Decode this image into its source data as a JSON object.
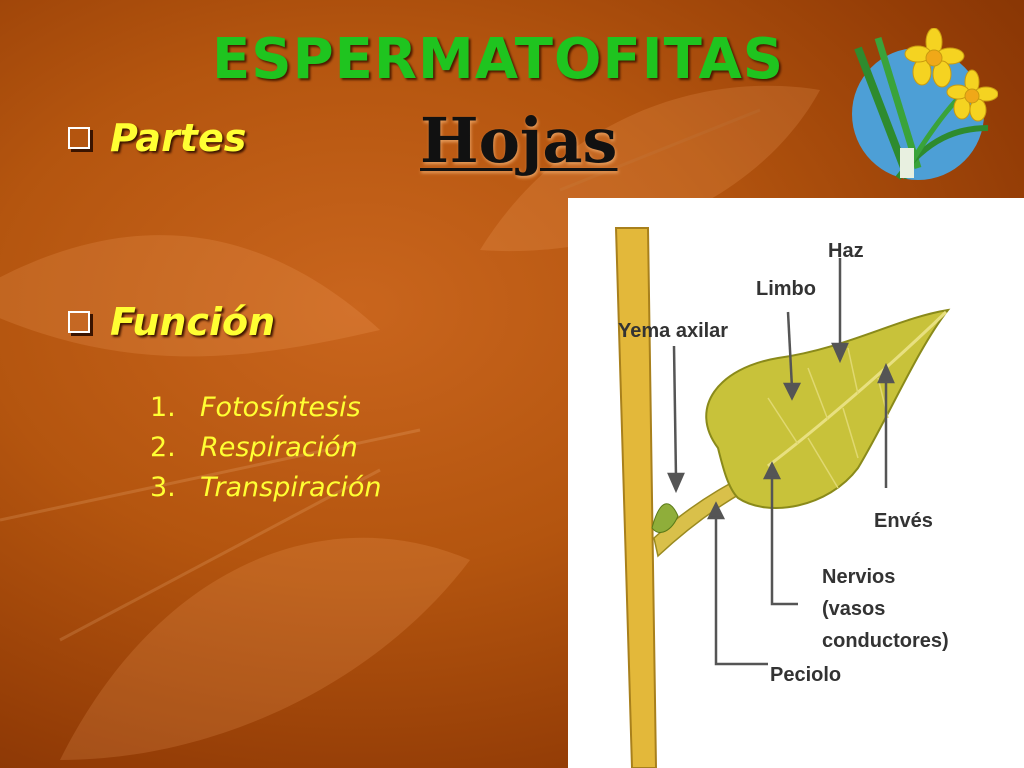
{
  "slide": {
    "title": "ESPERMATOFITAS",
    "subtitle": "Hojas",
    "bullets": [
      {
        "label": "Partes"
      },
      {
        "label": "Función"
      }
    ],
    "functions": [
      {
        "num": "1.",
        "text": "Fotosíntesis"
      },
      {
        "num": "2.",
        "text": "Respiración"
      },
      {
        "num": "3.",
        "text": "Transpiración"
      }
    ]
  },
  "diagram": {
    "labels": {
      "haz": "Haz",
      "limbo": "Limbo",
      "yema_axilar": "Yema axilar",
      "enves": "Envés",
      "nervios_1": "Nervios",
      "nervios_2": "(vasos",
      "nervios_3": "conductores)",
      "peciolo": "Peciolo"
    }
  },
  "colors": {
    "title": "#1fc41f",
    "bullet_text": "#ffff33",
    "background": "#b4550f",
    "leaf": "#c8c23a",
    "stem": "#e3b83a"
  },
  "icons": {
    "bullet": "checkbox-square-icon",
    "logo": "daffodil-logo-icon"
  }
}
